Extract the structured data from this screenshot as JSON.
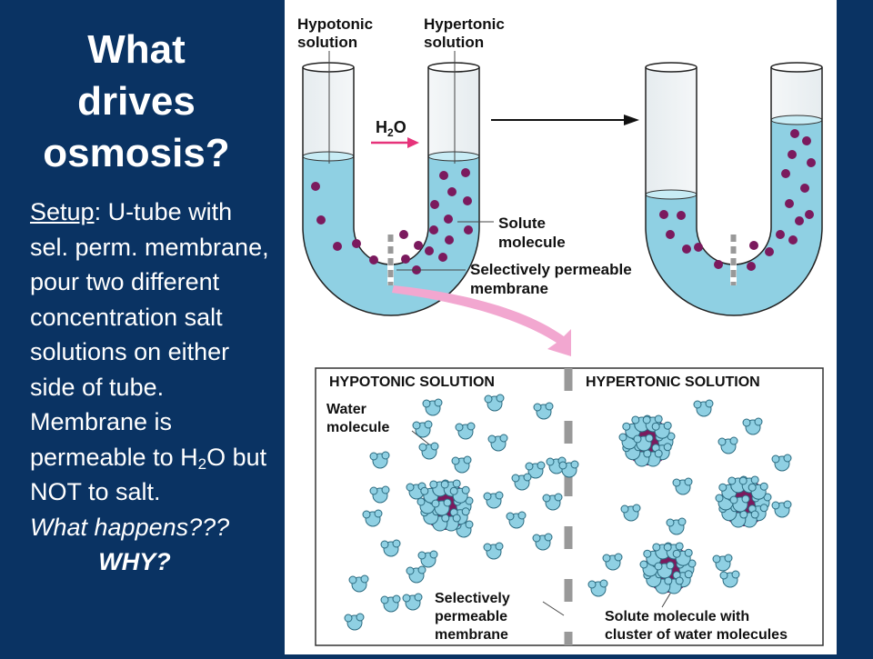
{
  "title_lines": [
    "What",
    "drives",
    "osmosis?"
  ],
  "setup_label": "Setup",
  "setup_text": ": U-tube with sel. perm. membrane, pour two different concentration salt solutions on either side of tube. Membrane is permeable to H",
  "h2o_sub": "2",
  "after_sub": "O but NOT to salt.",
  "question": "What happens???",
  "why": "WHY?",
  "figure": {
    "hypotonic_label": [
      "Hypotonic",
      "solution"
    ],
    "hypertonic_label": [
      "Hypertonic",
      "solution"
    ],
    "h2o_h": "H",
    "h2o_sub": "2",
    "h2o_o": "O",
    "solute_label": [
      "Solute",
      "molecule"
    ],
    "membrane_label": [
      "Selectively permeable",
      "membrane"
    ],
    "zoom_left_heading": "HYPOTONIC SOLUTION",
    "zoom_right_heading": "HYPERTONIC SOLUTION",
    "water_label": [
      "Water",
      "molecule"
    ],
    "zoom_membrane_label": [
      "Selectively",
      "permeable",
      "membrane"
    ],
    "cluster_label": [
      "Solute molecule with",
      "cluster of water molecules"
    ]
  },
  "colors": {
    "background": "#0a3363",
    "solution": "#8fd0e3",
    "solute": "#7b1a5e",
    "arrow_h2o": "#e6337a",
    "zoom_arrow": "#f2a7d0"
  }
}
